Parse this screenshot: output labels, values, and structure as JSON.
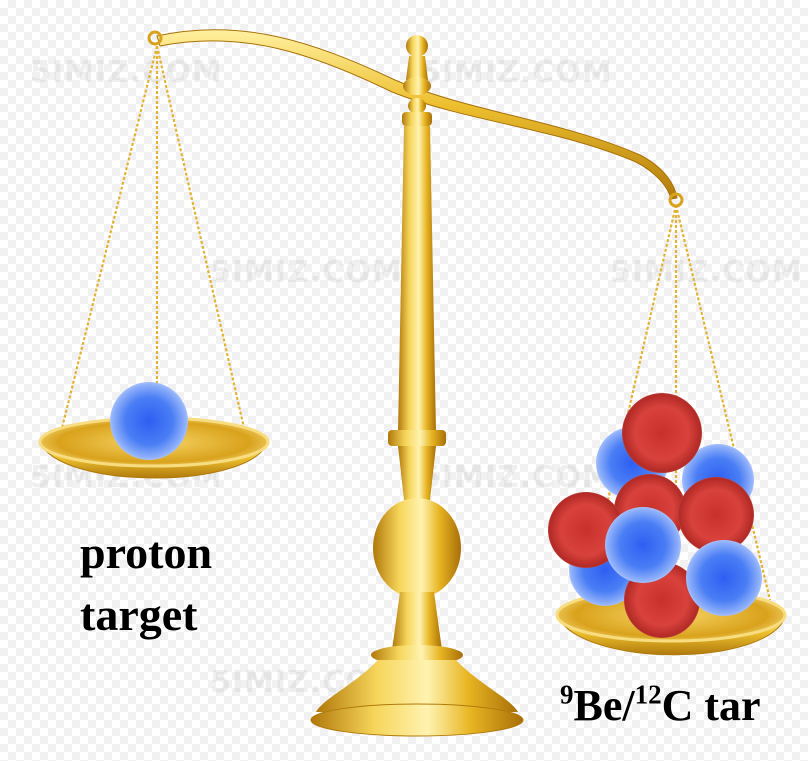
{
  "labels": {
    "proton_line1": "proton",
    "proton_line2": "target",
    "be_sup_9": "9",
    "be_element": "Be/",
    "be_sup_12": "12",
    "be_rest": "C tar"
  },
  "watermark": "5IMIZ.COM",
  "colors": {
    "proton": "#3d6ff5",
    "neutron": "#d83a35",
    "gold": "#e8b623",
    "gold_dark": "#b0780a"
  }
}
